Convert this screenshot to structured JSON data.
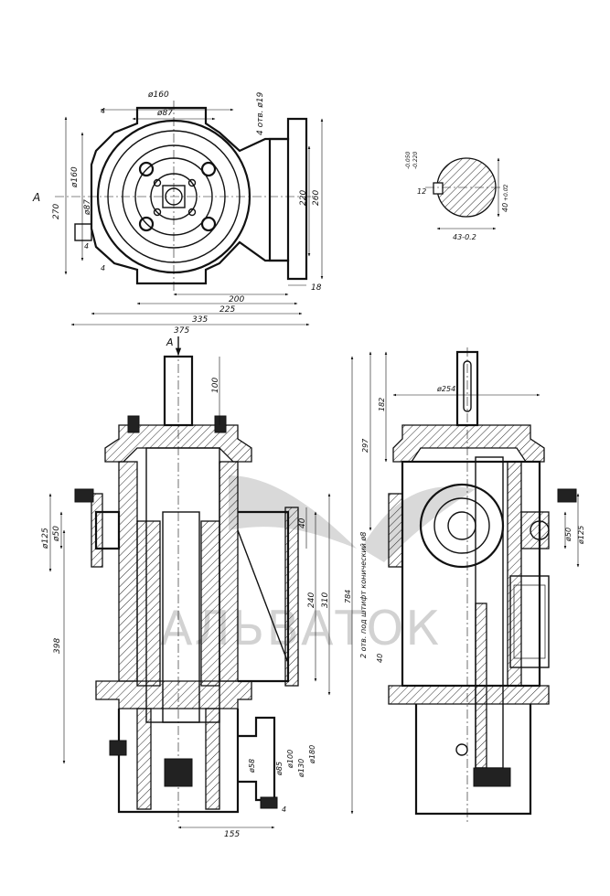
{
  "watermark": {
    "text": "АЛЬВАТОК"
  },
  "top_view": {
    "view_letter": "A",
    "dims": {
      "d160_top": "ø160",
      "d87_top": "ø87",
      "holes": "4 отв. ø19",
      "d160_side": "ø160",
      "d87_side": "ø87",
      "h270": "270",
      "h220": "220",
      "h260": "260",
      "d4a": "4",
      "d4b": "4",
      "d4c": "4",
      "w18": "18",
      "w200": "200",
      "w225": "225",
      "w335": "335",
      "w375": "375"
    }
  },
  "shaft_section": {
    "tol_upper": "-0.050",
    "tol_lower": "-0.220",
    "key_dim": "12",
    "dia": "40",
    "dia_tol": "+0.02",
    "width": "43-0.2"
  },
  "front_view": {
    "arrow_label": "A",
    "dims": {
      "d100": "100",
      "d40": "40",
      "d240": "240",
      "d310": "310",
      "d125": "ø125",
      "d50": "ø50",
      "d398": "398",
      "d58": "ø58",
      "d85": "ø85",
      "d100b": "ø100",
      "d130": "ø130",
      "d180": "ø180",
      "d4": "4",
      "d155": "155"
    }
  },
  "side_view": {
    "dims": {
      "d254": "ø254",
      "d182": "182",
      "d297": "297",
      "d784": "784",
      "d40": "40",
      "d50": "ø50",
      "d125": "ø125"
    },
    "note": "2 отв. под штифт конический ø8"
  }
}
